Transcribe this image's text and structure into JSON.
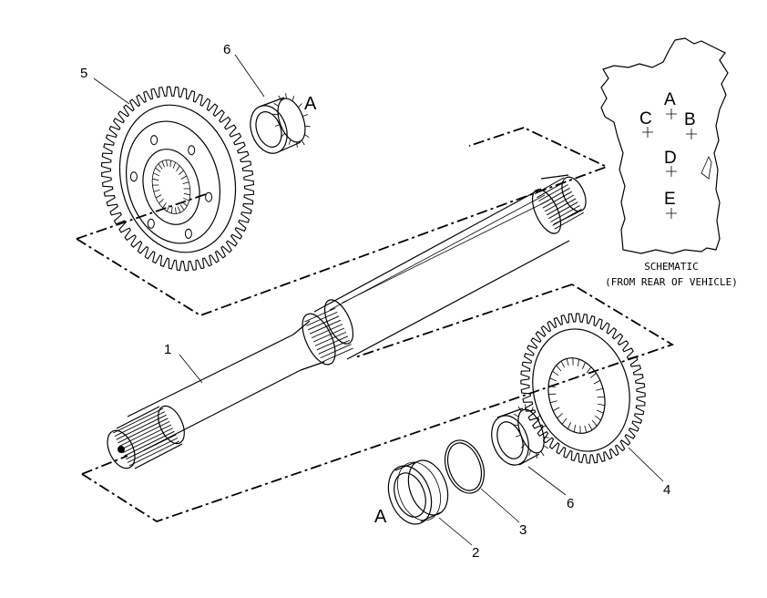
{
  "callouts": {
    "c1": "1",
    "c2": "2",
    "c3": "3",
    "c4": "4",
    "c5": "5",
    "c6_top": "6",
    "c6_bottom": "6",
    "ref_a_top": "A",
    "ref_a_bottom": "A"
  },
  "schematic": {
    "points": {
      "a": "A",
      "b": "B",
      "c": "C",
      "d": "D",
      "e": "E"
    },
    "caption_line1": "SCHEMATIC",
    "caption_line2": "(FROM REAR OF VEHICLE)"
  }
}
